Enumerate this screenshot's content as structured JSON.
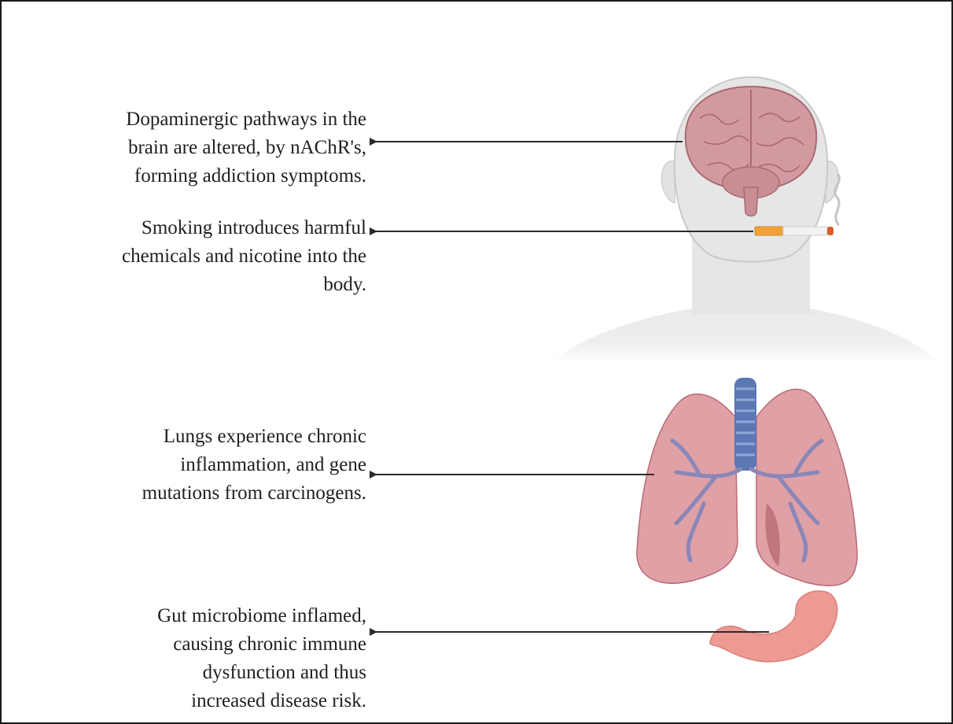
{
  "annotations": {
    "brain": {
      "lines": [
        "Dopaminergic pathways in the",
        "brain are altered, by nAChR's,",
        "forming addiction symptoms."
      ]
    },
    "smoking": {
      "lines": [
        "Smoking introduces harmful",
        "chemicals and nicotine into the",
        "body."
      ]
    },
    "lungs": {
      "lines": [
        "Lungs experience chronic",
        "inflammation, and gene",
        "mutations from carcinogens."
      ]
    },
    "gut": {
      "lines": [
        "Gut microbiome inflamed,",
        "causing chronic immune",
        "dysfunction and thus",
        "increased disease risk."
      ]
    }
  },
  "colors": {
    "head": "#e6e6e6",
    "head_outline": "#c9c9c9",
    "brain": "#d29aa0",
    "brain_dark": "#a86a72",
    "lungs": "#dfa0a6",
    "lungs_dark": "#b86a75",
    "airway": "#5b78b4",
    "bronchi": "#8a86b8",
    "stomach": "#ee9a94",
    "cigarette_filter": "#f0a23a",
    "cigarette_paper": "#f2f2f2",
    "ember": "#d85b2a",
    "arrow": "#2b2b2b",
    "text": "#1f1f1f"
  }
}
